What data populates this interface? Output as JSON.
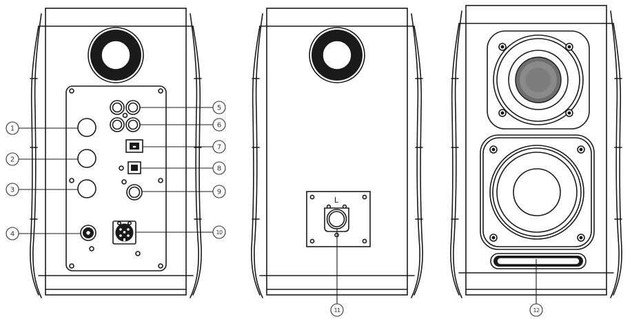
{
  "callouts": [
    "1",
    "2",
    "3",
    "4",
    "5",
    "6",
    "7",
    "8",
    "9",
    "10",
    "11",
    "12"
  ],
  "channel_mark": "L"
}
